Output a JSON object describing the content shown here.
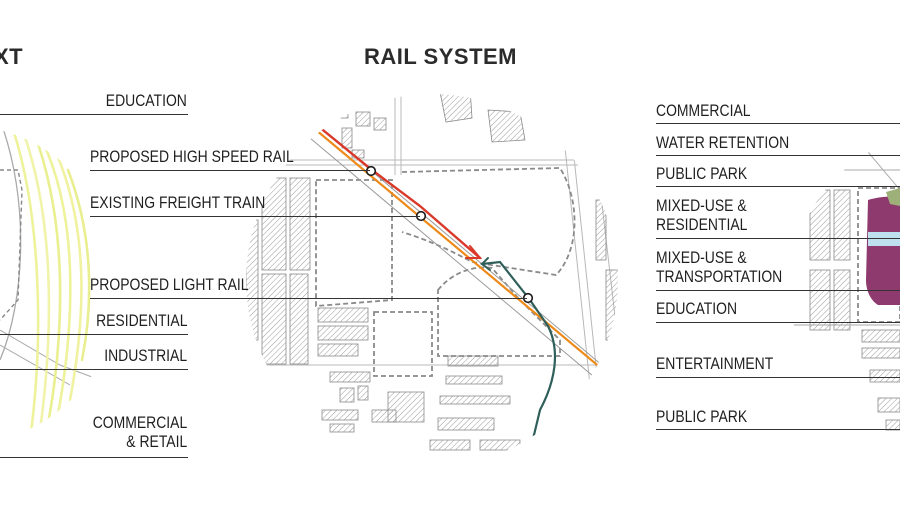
{
  "left_panel": {
    "title_fragment": "XT",
    "labels": {
      "education": "EDUCATION",
      "residential": "RESIDENTIAL",
      "industrial": "INDUSTRIAL",
      "commercial_retail_1": "COMMERCIAL",
      "commercial_retail_2": "& RETAIL"
    }
  },
  "center_panel": {
    "title": "RAIL SYSTEM",
    "labels": {
      "high_speed_rail": "PROPOSED HIGH SPEED RAIL",
      "freight_train": "EXISTING FREIGHT TRAIN",
      "light_rail": "PROPOSED LIGHT RAIL"
    }
  },
  "right_panel": {
    "labels": {
      "commercial": "COMMERCIAL",
      "water_retention": "WATER RETENTION",
      "public_park_1": "PUBLIC PARK",
      "mixed_residential_1": "MIXED-USE &",
      "mixed_residential_2": "RESIDENTIAL",
      "mixed_transport_1": "MIXED-USE &",
      "mixed_transport_2": "TRANSPORTATION",
      "education": "EDUCATION",
      "entertainment": "ENTERTAINMENT",
      "public_park_2": "PUBLIC PARK"
    }
  },
  "colors": {
    "high_speed_rail": "#d9382a",
    "freight_train": "#ee8a1a",
    "light_rail": "#2f5f5a",
    "left_highlight": "#eef29a",
    "mixed_use_fill": "#8e3a6e",
    "water_fill": "#bfe1ef",
    "park_fill": "#9db07a"
  }
}
